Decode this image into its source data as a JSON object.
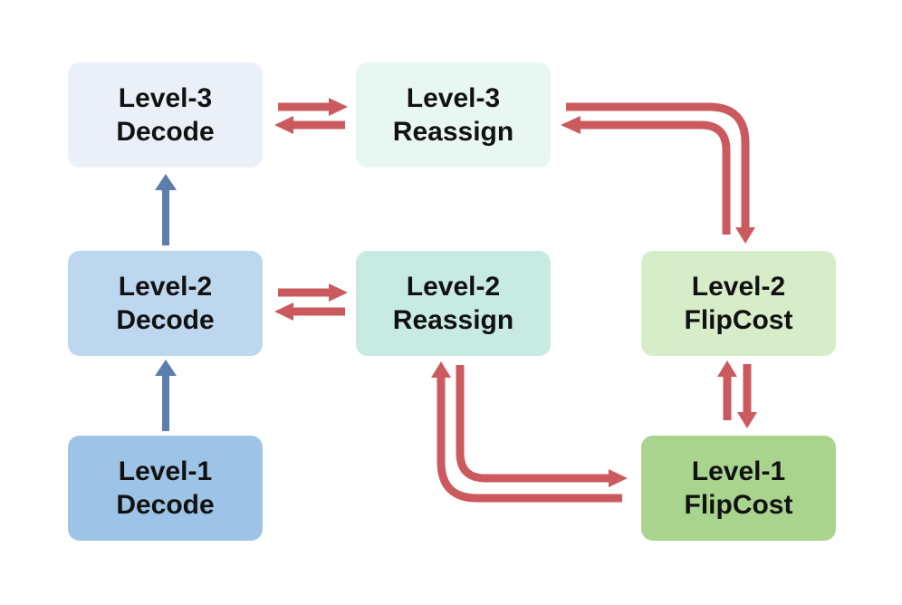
{
  "diagram": {
    "boxes": [
      {
        "id": "level-3-decode",
        "line1": "Level-3",
        "line2": "Decode",
        "fill": "#eaeff8"
      },
      {
        "id": "level-3-reassign",
        "line1": "Level-3",
        "line2": "Reassign",
        "fill": "#e9f7f3"
      },
      {
        "id": "level-2-decode",
        "line1": "Level-2",
        "line2": "Decode",
        "fill": "#bdd7ee"
      },
      {
        "id": "level-2-reassign",
        "line1": "Level-2",
        "line2": "Reassign",
        "fill": "#c7eae3"
      },
      {
        "id": "level-2-flipcost",
        "line1": "Level-2",
        "line2": "FlipCost",
        "fill": "#d7edca"
      },
      {
        "id": "level-1-decode",
        "line1": "Level-1",
        "line2": "Decode",
        "fill": "#9dc3e6"
      },
      {
        "id": "level-1-flipcost",
        "line1": "Level-1",
        "line2": "FlipCost",
        "fill": "#a9d48e"
      }
    ],
    "colors": {
      "red_arrow": "#cb5a5e",
      "blue_arrow": "#5b7ead",
      "text": "#111111",
      "background": "#ffffff"
    },
    "connections": [
      {
        "from": "level-1-decode",
        "to": "level-2-decode",
        "color": "blue",
        "shape": "straight-up"
      },
      {
        "from": "level-2-decode",
        "to": "level-3-decode",
        "color": "blue",
        "shape": "straight-up"
      },
      {
        "from": "level-3-decode",
        "to": "level-3-reassign",
        "color": "red",
        "shape": "straight-right"
      },
      {
        "from": "level-3-reassign",
        "to": "level-3-decode",
        "color": "red",
        "shape": "straight-left"
      },
      {
        "from": "level-2-decode",
        "to": "level-2-reassign",
        "color": "red",
        "shape": "straight-right"
      },
      {
        "from": "level-2-reassign",
        "to": "level-2-decode",
        "color": "red",
        "shape": "straight-left"
      },
      {
        "from": "level-3-reassign",
        "to": "level-2-flipcost",
        "color": "red",
        "shape": "elbow-right-down"
      },
      {
        "from": "level-2-flipcost",
        "to": "level-3-reassign",
        "color": "red",
        "shape": "elbow-up-left"
      },
      {
        "from": "level-2-reassign",
        "to": "level-1-flipcost",
        "color": "red",
        "shape": "elbow-down-right"
      },
      {
        "from": "level-1-flipcost",
        "to": "level-2-reassign",
        "color": "red",
        "shape": "elbow-left-up"
      },
      {
        "from": "level-1-flipcost",
        "to": "level-2-flipcost",
        "color": "red",
        "shape": "straight-up"
      },
      {
        "from": "level-2-flipcost",
        "to": "level-1-flipcost",
        "color": "red",
        "shape": "straight-down"
      }
    ]
  }
}
